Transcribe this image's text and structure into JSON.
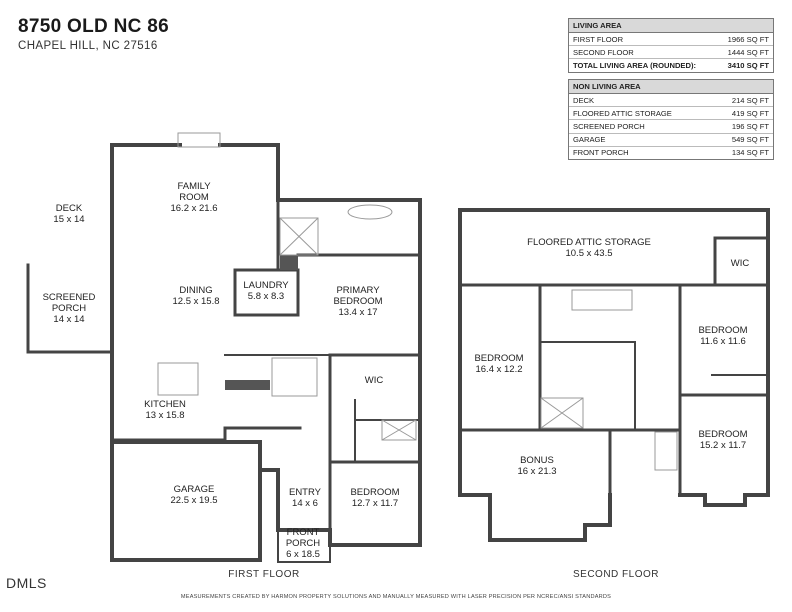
{
  "header": {
    "address": "8750 OLD NC 86",
    "city": "CHAPEL HILL, NC 27516"
  },
  "living_area": {
    "title": "LIVING AREA",
    "rows": [
      {
        "label": "FIRST FLOOR",
        "value": "1966 SQ FT"
      },
      {
        "label": "SECOND FLOOR",
        "value": "1444 SQ FT"
      },
      {
        "label": "TOTAL LIVING AREA (ROUNDED):",
        "value": "3410 SQ FT"
      }
    ]
  },
  "non_living_area": {
    "title": "NON LIVING AREA",
    "rows": [
      {
        "label": "DECK",
        "value": "214 SQ FT"
      },
      {
        "label": "FLOORED ATTIC STORAGE",
        "value": "419 SQ FT"
      },
      {
        "label": "SCREENED PORCH",
        "value": "196 SQ FT"
      },
      {
        "label": "GARAGE",
        "value": "549 SQ FT"
      },
      {
        "label": "FRONT PORCH",
        "value": "134 SQ FT"
      }
    ]
  },
  "first_floor": {
    "label": "FIRST FLOOR",
    "rooms": {
      "deck": {
        "name": "DECK",
        "dims": "15 x 14"
      },
      "screened_porch": {
        "name": "SCREENED PORCH",
        "dims": "14 x 14"
      },
      "family_room": {
        "name": "FAMILY ROOM",
        "dims": "16.2 x 21.6"
      },
      "dining": {
        "name": "DINING",
        "dims": "12.5 x 15.8"
      },
      "laundry": {
        "name": "LAUNDRY",
        "dims": "5.8 x 8.3"
      },
      "primary_bedroom": {
        "name": "PRIMARY BEDROOM",
        "dims": "13.4 x 17"
      },
      "wic": {
        "name": "WIC"
      },
      "kitchen": {
        "name": "KITCHEN",
        "dims": "13 x 15.8"
      },
      "garage": {
        "name": "GARAGE",
        "dims": "22.5 x 19.5"
      },
      "entry": {
        "name": "ENTRY",
        "dims": "14 x 6"
      },
      "bedroom": {
        "name": "BEDROOM",
        "dims": "12.7 x 11.7"
      },
      "front_porch": {
        "name": "FRONT PORCH",
        "dims": "6 x 18.5"
      }
    }
  },
  "second_floor": {
    "label": "SECOND FLOOR",
    "rooms": {
      "attic": {
        "name": "FLOORED ATTIC STORAGE",
        "dims": "10.5 x 43.5"
      },
      "wic": {
        "name": "WIC"
      },
      "bedroom_a": {
        "name": "BEDROOM",
        "dims": "16.4 x 12.2"
      },
      "bedroom_b": {
        "name": "BEDROOM",
        "dims": "11.6 x 11.6"
      },
      "bonus": {
        "name": "BONUS",
        "dims": "16 x 21.3"
      },
      "bedroom_c": {
        "name": "BEDROOM",
        "dims": "15.2 x 11.7"
      }
    }
  },
  "footer": {
    "disclaimer": "MEASUREMENTS CREATED BY HARMON PROPERTY SOLUTIONS AND MANUALLY MEASURED WITH LASER PRECISION PER NCREC/ANSI STANDARDS",
    "logo": "DMLS"
  }
}
